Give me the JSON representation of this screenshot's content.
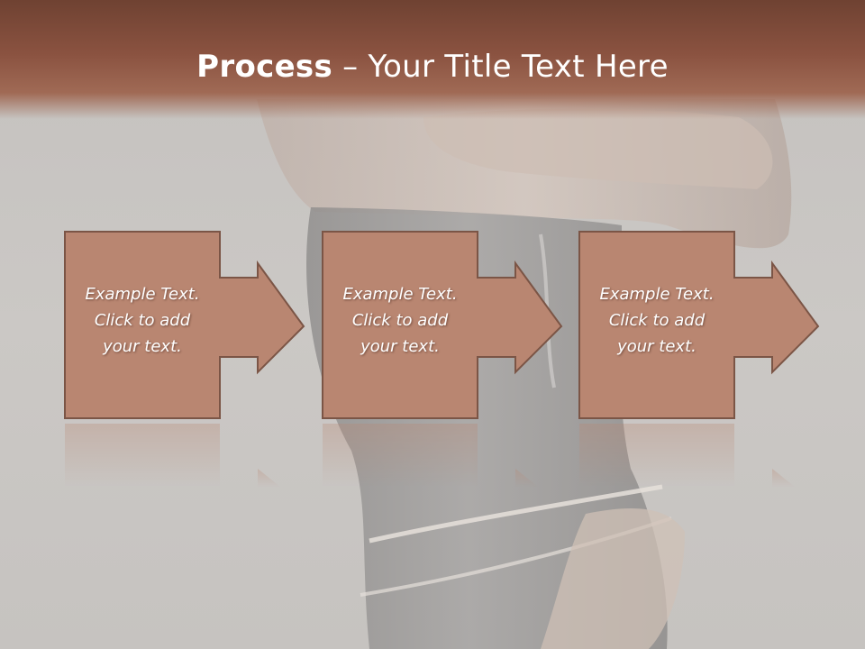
{
  "slide": {
    "title_bold": "Process",
    "title_rest": " – Your Title Text Here"
  },
  "colors": {
    "title_band": "#8a5240",
    "box_fill": "#b98671",
    "box_stroke": "#7b5546",
    "background": "#c9c6c3"
  },
  "steps": [
    {
      "line1": "Example Text.",
      "line2": "Click  to add",
      "line3": "your text."
    },
    {
      "line1": "Example Text.",
      "line2": "Click  to add",
      "line3": "your text."
    },
    {
      "line1": "Example Text.",
      "line2": "Click  to add",
      "line3": "your text."
    }
  ]
}
